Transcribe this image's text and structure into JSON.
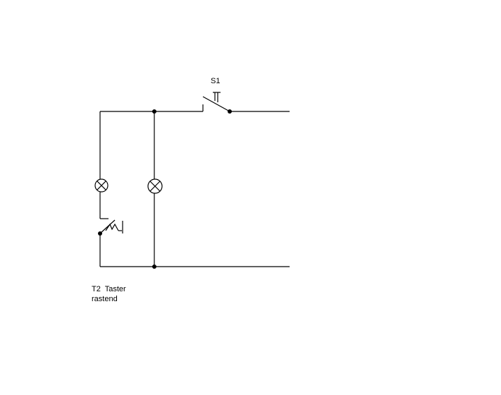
{
  "labels": {
    "s1": "S1",
    "t2_line1": "T2  Taster",
    "t2_line2": "rastend"
  }
}
